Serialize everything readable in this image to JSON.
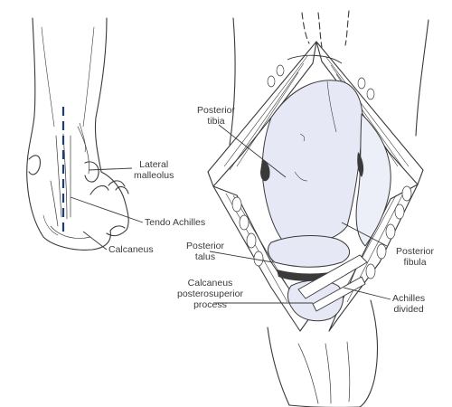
{
  "figure": {
    "left_panel": {
      "labels": {
        "lateral_malleolus": [
          "Lateral",
          "malleolus"
        ],
        "tendo_achilles": "Tendo Achilles",
        "calcaneus": "Calcaneus"
      }
    },
    "right_panel": {
      "labels": {
        "posterior_tibia": [
          "Posterior",
          "tibia"
        ],
        "posterior_talus": [
          "Posterior",
          "talus"
        ],
        "calcaneus_posterosuperior_process": [
          "Calcaneus",
          "posterosuperior",
          "process"
        ],
        "posterior_fibula": [
          "Posterior",
          "fibula"
        ],
        "achilles_divided": [
          "Achilles",
          "divided"
        ]
      }
    },
    "colors": {
      "ink": "#3a3a3a",
      "bone_fill": "#e6e8f5",
      "incision_line": "#1f3b73"
    }
  }
}
